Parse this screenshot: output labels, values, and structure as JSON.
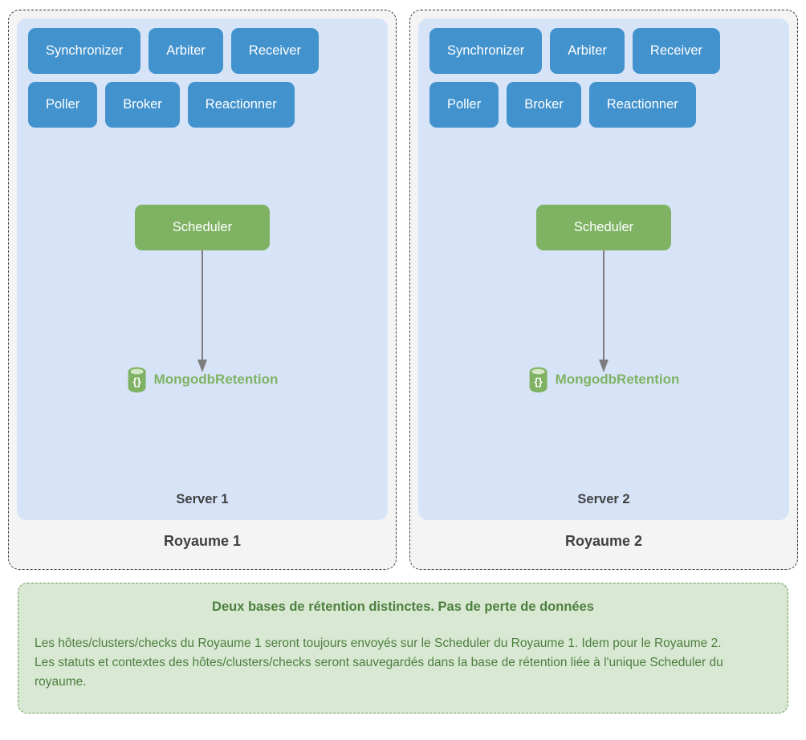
{
  "diagram": {
    "realms": [
      {
        "realm_label": "Royaume 1",
        "server_label": "Server 1",
        "components_row1": [
          "Synchronizer",
          "Arbiter",
          "Receiver"
        ],
        "components_row2": [
          "Poller",
          "Broker",
          "Reactionner"
        ],
        "scheduler_label": "Scheduler",
        "database_label": "MongodbRetention",
        "database_icon": "database-cylinder-icon"
      },
      {
        "realm_label": "Royaume 2",
        "server_label": "Server 2",
        "components_row1": [
          "Synchronizer",
          "Arbiter",
          "Receiver"
        ],
        "components_row2": [
          "Poller",
          "Broker",
          "Reactionner"
        ],
        "scheduler_label": "Scheduler",
        "database_label": "MongodbRetention",
        "database_icon": "database-cylinder-icon"
      }
    ],
    "note": {
      "title": "Deux bases de rétention distinctes. Pas de perte de données",
      "line1": "Les hôtes/clusters/checks du Royaume 1 seront toujours envoyés sur le Scheduler du Royaume 1. Idem pour le Royaume 2.",
      "line2": "Les statuts et contextes des hôtes/clusters/checks seront sauvegardés dans la base de rétention liée à l'unique Scheduler du royaume."
    },
    "colors": {
      "component_blue": "#4292cd",
      "scheduler_green": "#7fb363",
      "server_background": "#d7e4f8",
      "realm_background": "#f4f4f4",
      "note_background": "#d8e8d3",
      "note_text": "#4d7f3f",
      "arrow": "#7d7d7d"
    }
  }
}
